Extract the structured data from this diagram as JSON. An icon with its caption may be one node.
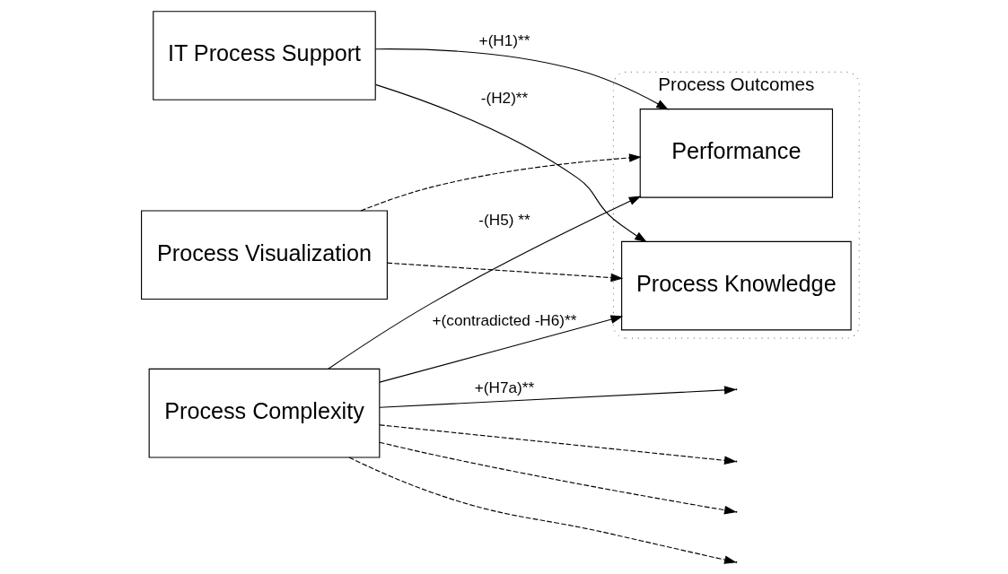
{
  "diagram": {
    "nodes": [
      {
        "text": [
          "IT Process Support"
        ]
      },
      {
        "text": [
          "Process Outcomes"
        ]
      },
      {
        "text": [
          "Performance"
        ],
        "in": 1
      },
      {
        "text": [
          "Process Knowledge"
        ],
        "in": 1
      },
      {
        "text": [
          "Process Visualization"
        ]
      },
      {
        "text": [
          "Process Complexity"
        ]
      }
    ],
    "edges": [
      {
        "from": 0,
        "to": 2,
        "arrow": "to",
        "label": "+(H1)**"
      },
      {
        "from": 0,
        "to": 3,
        "arrow": "to",
        "label": "-(H2)**"
      },
      {
        "from": 4,
        "to": 2,
        "arrow": "to",
        "style": "dashed"
      },
      {
        "from": 4,
        "to": 3,
        "arrow": "to",
        "style": "dashed"
      },
      {
        "from": 5,
        "to": 2,
        "arrow": "to",
        "label": "-(H5) **"
      },
      {
        "from": 5,
        "to": 3,
        "arrow": "to",
        "label": "+(contradicted -H6)**"
      },
      {
        "from": 5,
        "to": null,
        "arrow": "to",
        "style": "dashed"
      },
      {
        "from": 5,
        "to": null,
        "arrow": "to",
        "style": "dashed"
      },
      {
        "from": 5,
        "to": null,
        "arrow": "to",
        "style": "dashed"
      },
      {
        "from": 5,
        "to": null,
        "arrow": "to",
        "label": "+(H7a)**"
      }
    ]
  }
}
